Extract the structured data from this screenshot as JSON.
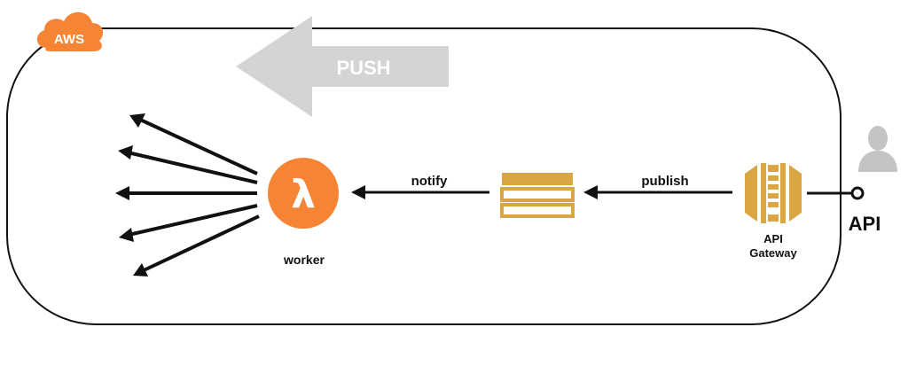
{
  "cloud": {
    "badge": "AWS"
  },
  "push_arrow": {
    "label": "PUSH"
  },
  "worker": {
    "label": "worker",
    "symbol": "λ"
  },
  "edges": {
    "notify": "notify",
    "publish": "publish"
  },
  "gateway": {
    "label_line1": "API",
    "label_line2": "Gateway"
  },
  "endpoint": {
    "label": "API"
  },
  "colors": {
    "lambda": "#f58534",
    "queue": "#d9a741",
    "gateway": "#d9a741",
    "push_arrow": "#d4d4d4",
    "user": "#c4c4c4",
    "ink": "#111111"
  }
}
